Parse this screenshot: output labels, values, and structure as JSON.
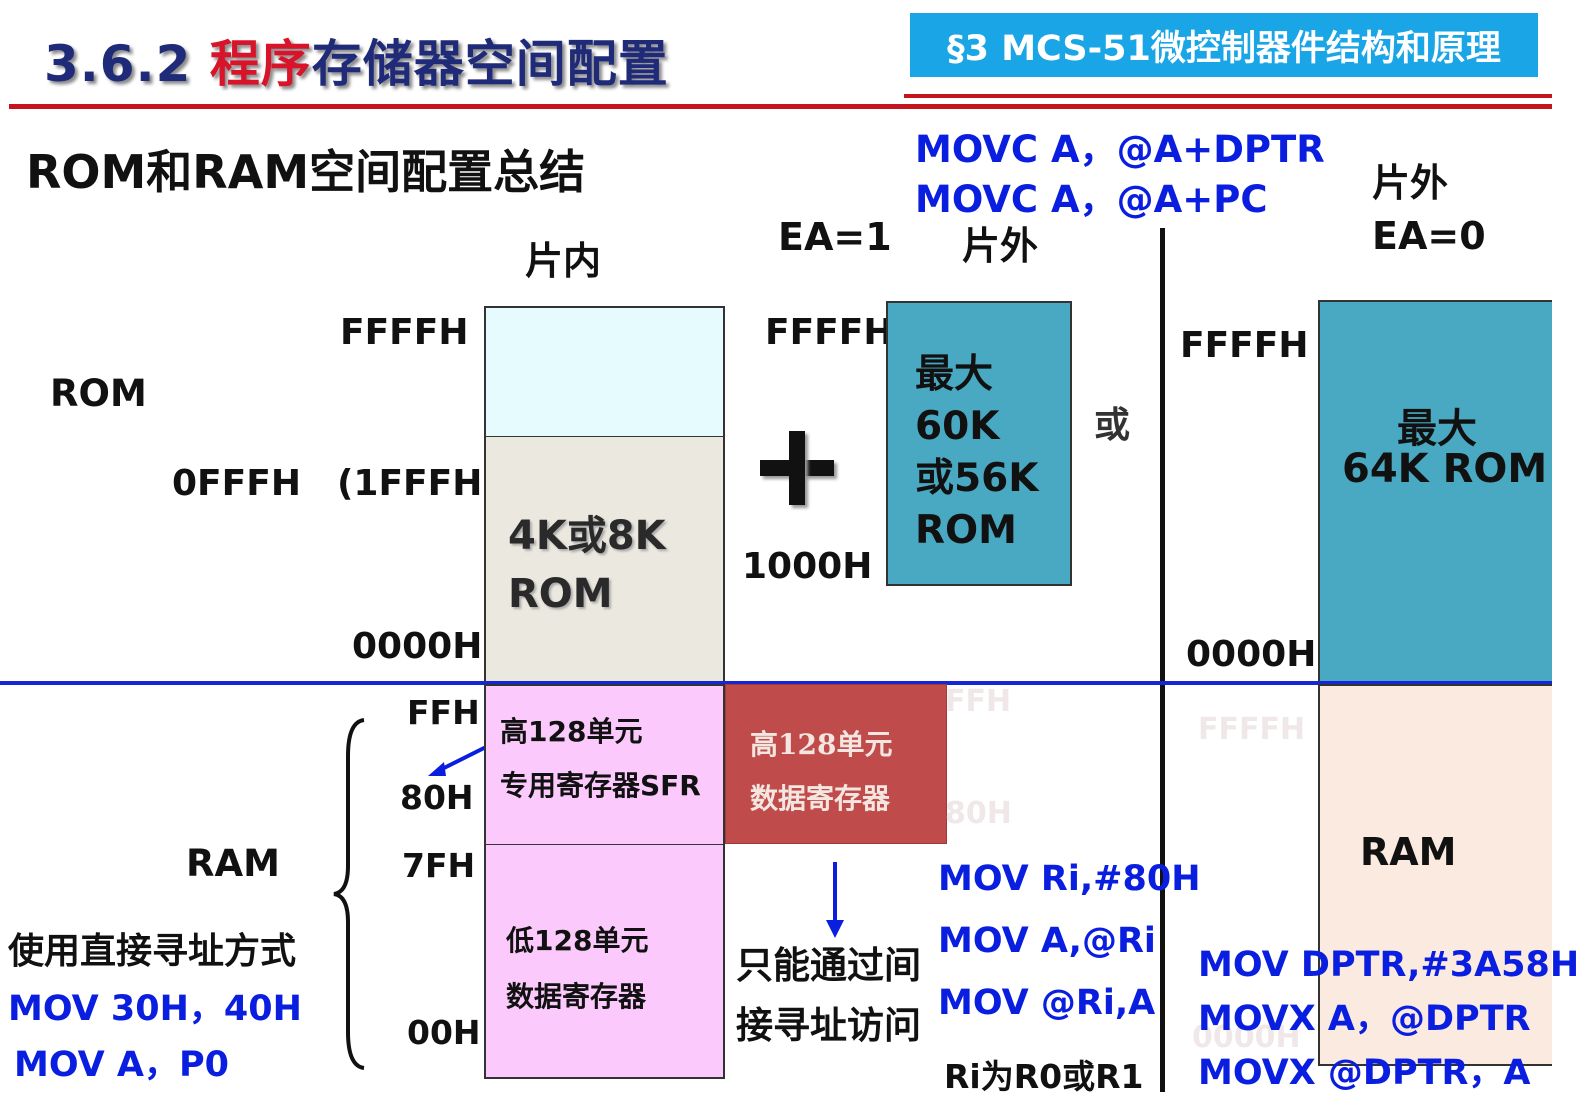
{
  "header": {
    "title_num": "3.6.2 ",
    "title_red": "程序",
    "title_rest": "存储器空间配置",
    "section": "§3 MCS-51微控制器件结构和原理"
  },
  "subtitle": "ROM和RAM空间配置总结",
  "rom": {
    "row_label": "ROM",
    "internal_header": "片内",
    "ea1": "EA=1",
    "external_header_ea1": "片外",
    "external_header_ea0": "片外",
    "ea0": "EA=0",
    "addr_ffff_int": "FFFFH",
    "addr_0fff": "0FFFH　(1FFFH)",
    "addr_0000_int": "0000H",
    "addr_ffff_ext1": "FFFFH",
    "addr_1000": "1000H",
    "addr_ffff_ext0": "FFFFH",
    "addr_0000_ext0": "0000H",
    "internal_block_line1": "4K或8K",
    "internal_block_line2": "ROM",
    "plus": "+",
    "ext1_block": [
      "最大",
      "60K",
      "或56K",
      "ROM"
    ],
    "or": "或",
    "ext0_block_line1": "最大",
    "ext0_block_line2": "64K ROM",
    "movc": [
      "MOVC A，@A+DPTR",
      "MOVC  A，@A+PC"
    ]
  },
  "ram": {
    "row_label": "RAM",
    "addr_ff": "FFH",
    "addr_80": "80H",
    "addr_7f": "7FH",
    "addr_00": "00H",
    "high_block_line1": "高128单元",
    "high_block_line2": "专用寄存器SFR",
    "extra_high_line1": "高128单元",
    "extra_high_line2": "数据寄存器",
    "ghost_ffh": "FFH",
    "ghost_80h": "80H",
    "ghost_ffffh": "FFFFH",
    "ghost_0000h": "0000H",
    "low_block_line1": "低128单元",
    "low_block_line2": "数据寄存器",
    "direct_label": "使用直接寻址方式",
    "direct_code": [
      "MOV 30H，40H",
      "MOV A，P0"
    ],
    "indirect_label": [
      "只能通过间",
      "接寻址访问"
    ],
    "indirect_code": [
      "MOV Ri,#80H",
      "MOV A,@Ri",
      "MOV @Ri,A"
    ],
    "ri_note": "Ri为R0或R1",
    "ext_block_label": "RAM",
    "movx_code": [
      "MOV DPTR,#3A58H",
      "MOVX  A，@DPTR",
      "MOVX  @DPTR，A"
    ]
  },
  "colors": {
    "title_red": "#d8142a",
    "title_navy": "#1f2a78",
    "section_bg": "#1aa6e6",
    "code_blue": "#0a1ee0",
    "rom_internal_top": "#e6fbfd",
    "rom_internal_bottom": "#ebe8df",
    "rom_external": "#4aa9c2",
    "ram_high_low": "#fbc9fb",
    "ram_extra_high": "#c04b4b",
    "ram_external": "#faeadf"
  }
}
